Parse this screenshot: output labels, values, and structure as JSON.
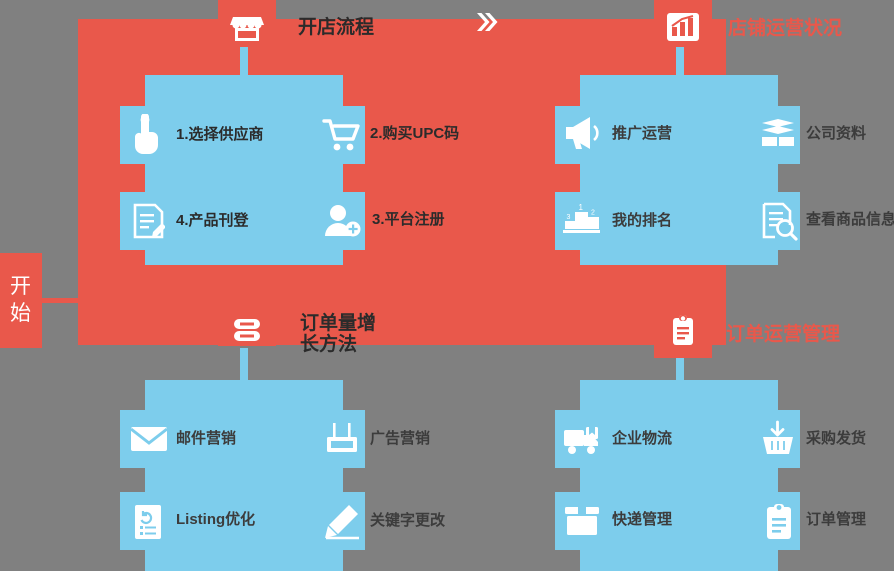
{
  "diagram": {
    "title_visible": false,
    "colors": {
      "background": "#808080",
      "branch_red": "#e9584b",
      "leaf_blue": "#7dcdec",
      "text_dark": "#3c3c3c",
      "text_white": "#ffffff"
    },
    "start": {
      "label_line1": "开",
      "label_line2": "始",
      "icon": "start-node"
    },
    "center_icon": "double-chevron-icon",
    "branches": [
      {
        "id": "branch-store-setup",
        "label": "开店流程",
        "icon": "storefront-icon",
        "position": "top-left",
        "leaves": [
          {
            "id": "leaf-select-supplier",
            "label": "1.选择供应商",
            "icon": "hand-tap-icon"
          },
          {
            "id": "leaf-buy-upc",
            "label": "2.购买UPC码",
            "icon": "shopping-cart-icon"
          },
          {
            "id": "leaf-product-listing",
            "label": "4.产品刊登",
            "icon": "edit-document-icon"
          },
          {
            "id": "leaf-platform-register",
            "label": "3.平台注册",
            "icon": "add-user-icon"
          }
        ]
      },
      {
        "id": "branch-store-status",
        "label": "店铺运营状况",
        "icon": "bar-chart-icon",
        "position": "top-right",
        "leaves": [
          {
            "id": "leaf-promotion",
            "label": "推广运营",
            "icon": "megaphone-icon"
          },
          {
            "id": "leaf-company-info",
            "label": "公司资料",
            "icon": "books-icon"
          },
          {
            "id": "leaf-my-ranking",
            "label": "我的排名",
            "icon": "podium-icon"
          },
          {
            "id": "leaf-view-product",
            "label": "查看商品信息",
            "icon": "document-search-icon"
          }
        ]
      },
      {
        "id": "branch-order-growth",
        "label_line1": "订单量增",
        "label_line2": "长方法",
        "icon": "server-stack-icon",
        "position": "bottom-left",
        "leaves": [
          {
            "id": "leaf-email-marketing",
            "label": "邮件营销",
            "icon": "envelope-icon"
          },
          {
            "id": "leaf-ad-marketing",
            "label": "广告营销",
            "icon": "billboard-icon"
          },
          {
            "id": "leaf-listing-opt",
            "label": "Listing优化",
            "icon": "refresh-document-icon"
          },
          {
            "id": "leaf-keyword-change",
            "label": "关键字更改",
            "icon": "pencil-icon"
          }
        ]
      },
      {
        "id": "branch-order-management",
        "label": "订单运营管理",
        "icon": "clipboard-icon",
        "position": "bottom-right",
        "leaves": [
          {
            "id": "leaf-enterprise-logistics",
            "label": "企业物流",
            "icon": "truck-icon"
          },
          {
            "id": "leaf-purchase-ship",
            "label": "采购发货",
            "icon": "basket-download-icon"
          },
          {
            "id": "leaf-express-management",
            "label": "快递管理",
            "icon": "box-icon"
          },
          {
            "id": "leaf-order-management",
            "label": "订单管理",
            "icon": "clipboard-list-icon"
          }
        ]
      }
    ]
  }
}
